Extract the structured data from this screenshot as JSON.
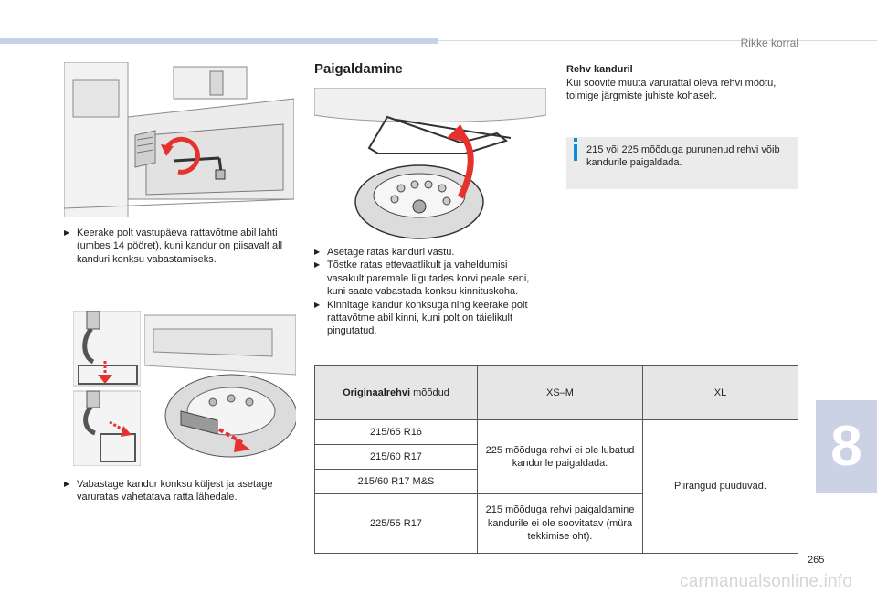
{
  "header": {
    "section_title": "Rikke korral"
  },
  "page": {
    "number": "265",
    "chapter": "8"
  },
  "watermark": "carmanualsonline.info",
  "left_column": {
    "step1": "Keerake polt vastupäeva rattavõtme abil lahti (umbes 14 pööret), kuni kandur on piisavalt all kanduri konksu vabastamiseks.",
    "step2": "Vabastage kandur konksu küljest ja asetage varuratas vahetatava ratta lähedale."
  },
  "middle_column": {
    "heading": "Paigaldamine",
    "steps": [
      "Asetage ratas kanduri vastu.",
      "Tõstke ratas ettevaatlikult ja vaheldumisi vasakult paremale liigutades korvi peale seni, kuni saate vabastada konksu kinnituskoha.",
      "Kinnitage kandur konksuga ning keerake polt rattavõtme abil kinni, kuni polt on täielikult pingutatud."
    ]
  },
  "right_column": {
    "subheading": "Rehv kanduril",
    "paragraph": "Kui soovite muuta varurattal oleva rehvi mõõtu, toimige järgmiste juhiste kohaselt.",
    "info": "215 või 225 mõõduga purunenud rehvi võib kandurile paigaldada."
  },
  "table": {
    "header": {
      "col0_bold": "Originaalrehvi",
      "col0_rest": " mõõdud",
      "col1": "XS–M",
      "col2": "XL"
    },
    "sizes": [
      "215/65 R16",
      "215/60 R17",
      "215/60 R17 M&S",
      "225/55 R17"
    ],
    "xsm_a": "225 mõõduga rehvi ei ole lubatud kandurile paigaldada.",
    "xsm_b": "215 mõõduga rehvi paigaldamine kandurile ei ole soovitatav (müra tekkimise oht).",
    "xl": "Piirangud puuduvad."
  },
  "colors": {
    "accent_red": "#e5322d",
    "info_blue": "#0a8fd2",
    "tab": "#cbd2e4"
  },
  "icons": {
    "bullet": "arrow-right-icon",
    "info": "info-icon"
  }
}
